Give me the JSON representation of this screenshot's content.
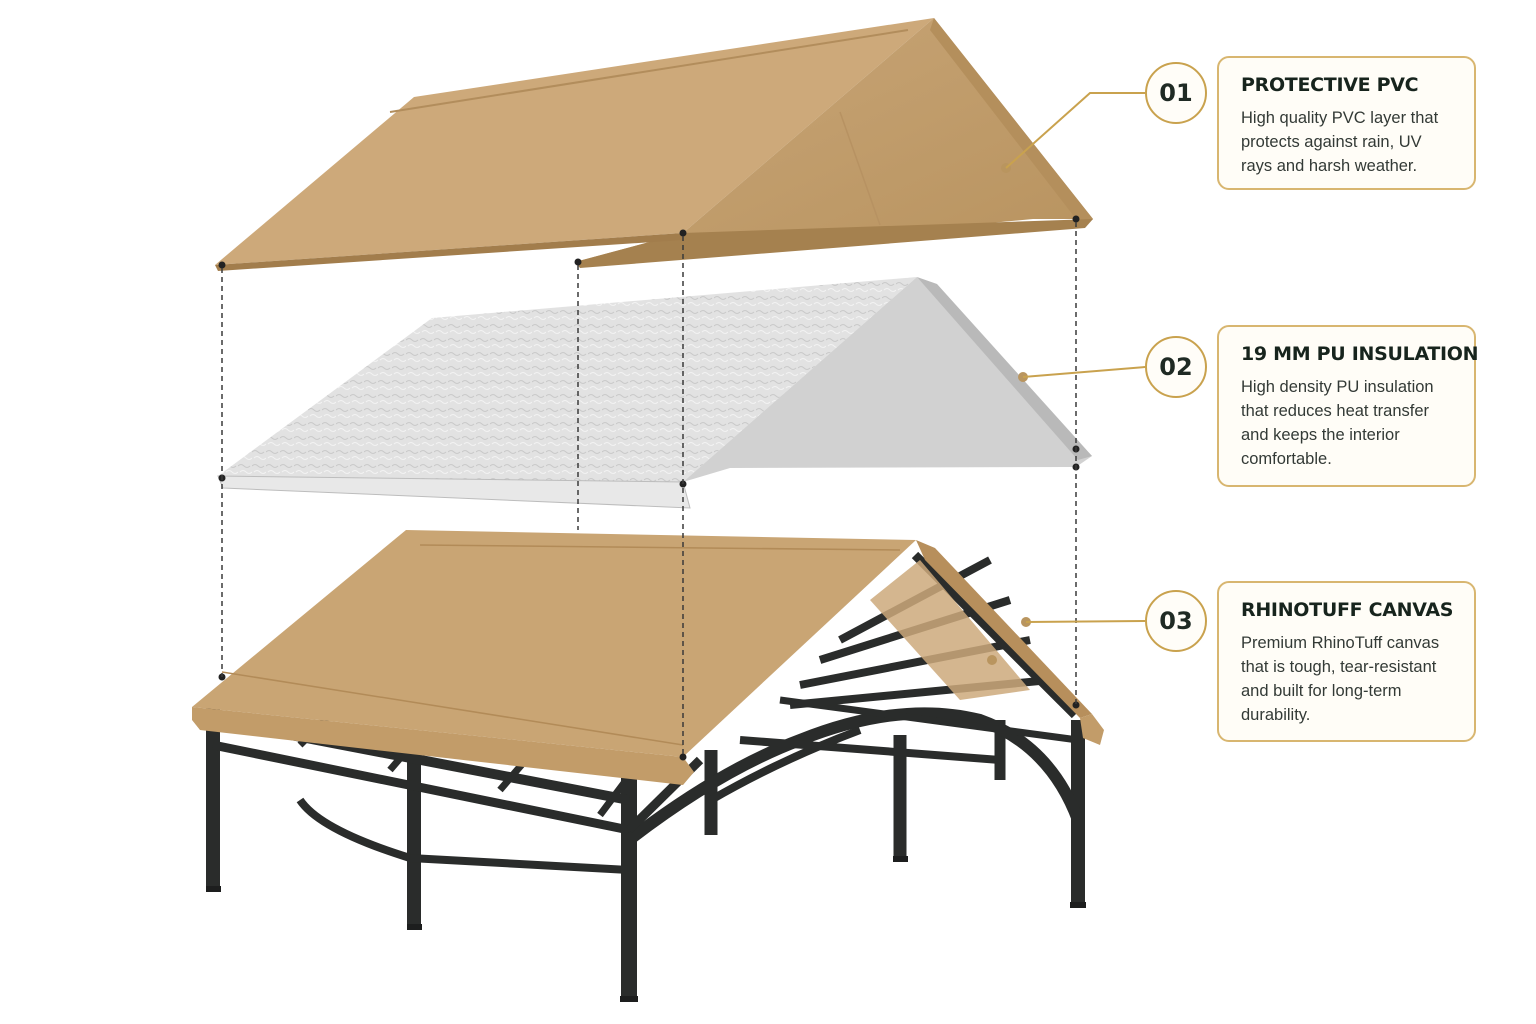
{
  "colors": {
    "tan": "#c8a576",
    "tan_dark": "#a98457",
    "silver": "#dcdcdc",
    "frame": "#2a2c2b",
    "accent_gold": "#c9a24e"
  },
  "callouts": [
    {
      "number": "01",
      "title": "PROTECTIVE PVC",
      "description": "High quality PVC layer that protects against rain, UV rays and harsh weather."
    },
    {
      "number": "02",
      "title": "19 MM PU INSULATION",
      "description": "High density PU insulation that reduces heat transfer and keeps the interior comfortable."
    },
    {
      "number": "03",
      "title": "RHINOTUFF CANVAS",
      "description": "Premium RhinoTuff canvas that is tough, tear-resistant and built for long-term durability."
    }
  ]
}
